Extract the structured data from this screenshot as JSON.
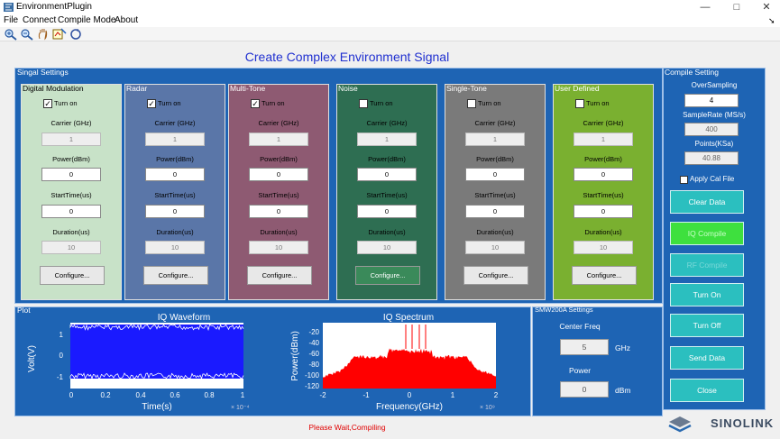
{
  "window": {
    "title": "EnvironmentPlugin",
    "minimize": "—",
    "maximize": "□",
    "close": "✕"
  },
  "menu": [
    "File",
    "Connect",
    "Compile Mode",
    "About"
  ],
  "toolbar": {
    "icons": [
      "zoom-in-icon",
      "zoom-out-icon",
      "pan-hand-icon",
      "data-cursor-icon",
      "rotate-icon"
    ]
  },
  "page_title": "Create Complex Environment Signal",
  "signal_settings": {
    "label": "Singal Settings",
    "common": {
      "turn_on": "Turn on",
      "carrier": "Carrier (GHz)",
      "power": "Power(dBm)",
      "start": "StartTime(us)",
      "duration": "Duration(us)",
      "configure": "Configure..."
    },
    "panels": [
      {
        "name": "Digital Modulation",
        "checked": true,
        "carrier": "1",
        "power": "0",
        "start": "0",
        "duration": "10",
        "bg": "#c8e2c8",
        "cfg_bg": "#e8e8e8"
      },
      {
        "name": "Radar",
        "checked": true,
        "carrier": "1",
        "power": "0",
        "start": "0",
        "duration": "10",
        "bg": "#5a76a8",
        "cfg_bg": "#e8e8e8"
      },
      {
        "name": "Multi-Tone",
        "checked": true,
        "carrier": "1",
        "power": "0",
        "start": "0",
        "duration": "10",
        "bg": "#8e5a72",
        "cfg_bg": "#e8e8e8"
      },
      {
        "name": "Noise",
        "checked": false,
        "carrier": "1",
        "power": "0",
        "start": "0",
        "duration": "10",
        "bg": "#2e6e52",
        "cfg_bg": "#3a8a5a"
      },
      {
        "name": "Single-Tone",
        "checked": false,
        "carrier": "1",
        "power": "0",
        "start": "0",
        "duration": "10",
        "bg": "#7a7a7a",
        "cfg_bg": "#e8e8e8"
      },
      {
        "name": "User Defined",
        "checked": false,
        "carrier": "1",
        "power": "0",
        "start": "0",
        "duration": "10",
        "bg": "#7ab030",
        "cfg_bg": "#e8e8e8"
      }
    ]
  },
  "compile_settings": {
    "label": "Compile Setting",
    "oversampling_label": "OverSampling",
    "oversampling": "4",
    "samplerate_label": "SampleRate (MS/s)",
    "samplerate": "400",
    "points_label": "Points(KSa)",
    "points": "40.88",
    "apply_cal": "Apply Cal File",
    "buttons": [
      {
        "label": "Clear Data",
        "bg": "#2bbfbf",
        "color": "#ffffff"
      },
      {
        "label": "IQ Compile",
        "bg": "#3ee03e",
        "color": "#c8ffc8"
      },
      {
        "label": "RF Compile",
        "bg": "#2bbfbf",
        "color": "#7ad8d8"
      },
      {
        "label": "Turn On",
        "bg": "#2bbfbf",
        "color": "#ffffff"
      },
      {
        "label": "Turn Off",
        "bg": "#2bbfbf",
        "color": "#ffffff"
      },
      {
        "label": "Send Data",
        "bg": "#2bbfbf",
        "color": "#ffffff"
      },
      {
        "label": "Close",
        "bg": "#2bbfbf",
        "color": "#ffffff"
      }
    ]
  },
  "plot": {
    "label": "Plot",
    "waveform": {
      "title": "IQ Waveform",
      "xlabel": "Time(s)",
      "ylabel": "Volt(V)",
      "xticks": [
        "0",
        "0.2",
        "0.4",
        "0.6",
        "0.8",
        "1"
      ],
      "yticks": [
        "1",
        "0",
        "-1"
      ],
      "exponent": "× 10⁻⁴"
    },
    "spectrum": {
      "title": "IQ Spectrum",
      "xlabel": "Frequency(GHz)",
      "ylabel": "Power(dBm)",
      "xticks": [
        "-2",
        "-1",
        "0",
        "1",
        "2"
      ],
      "yticks": [
        "-20",
        "-40",
        "-60",
        "-80",
        "-100",
        "-120"
      ],
      "exponent": "× 10⁹"
    }
  },
  "smw": {
    "label": "SMW200A Settings",
    "center_label": "Center Freq",
    "center": "5",
    "center_unit": "GHz",
    "power_label": "Power",
    "power": "0",
    "power_unit": "dBm"
  },
  "status": "Please Wait,Compiling",
  "logo": "SINOLINK"
}
